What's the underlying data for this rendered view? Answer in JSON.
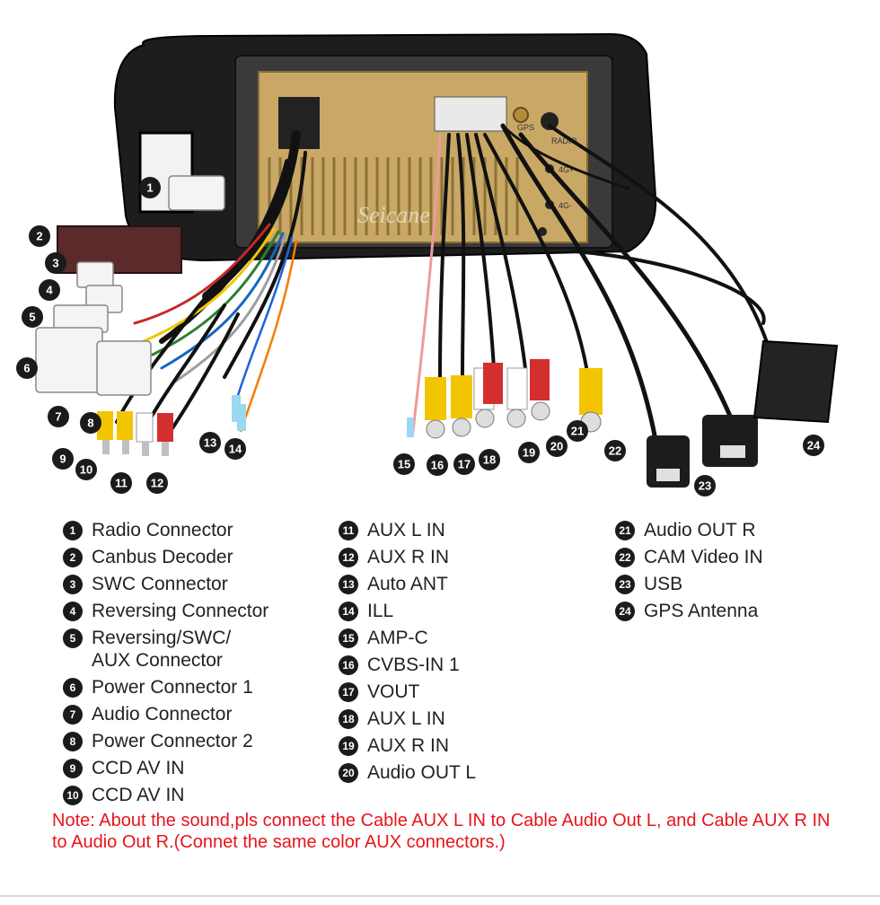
{
  "watermark": "Seicane",
  "unit_labels": {
    "gps": "GPS",
    "radio": "RADIO",
    "g4_1": "4G+",
    "g4_2": "4G-"
  },
  "callouts": [
    "1",
    "2",
    "3",
    "4",
    "5",
    "6",
    "7",
    "8",
    "9",
    "10",
    "11",
    "12",
    "13",
    "14",
    "15",
    "16",
    "17",
    "18",
    "19",
    "20",
    "21",
    "22",
    "23",
    "24"
  ],
  "legend": {
    "col1": [
      {
        "n": "1",
        "label": "Radio Connector"
      },
      {
        "n": "2",
        "label": "Canbus Decoder"
      },
      {
        "n": "3",
        "label": "SWC Connector"
      },
      {
        "n": "4",
        "label": "Reversing Connector"
      },
      {
        "n": "5",
        "label": "Reversing/SWC/\nAUX Connector"
      },
      {
        "n": "6",
        "label": "Power Connector 1"
      },
      {
        "n": "7",
        "label": "Audio Connector"
      },
      {
        "n": "8",
        "label": "Power Connector 2"
      },
      {
        "n": "9",
        "label": "CCD AV IN"
      },
      {
        "n": "10",
        "label": "CCD AV IN"
      }
    ],
    "col2": [
      {
        "n": "11",
        "label": "AUX L IN"
      },
      {
        "n": "12",
        "label": "AUX R IN"
      },
      {
        "n": "13",
        "label": "Auto ANT"
      },
      {
        "n": "14",
        "label": "ILL"
      },
      {
        "n": "15",
        "label": "AMP-C"
      },
      {
        "n": "16",
        "label": "CVBS-IN 1"
      },
      {
        "n": "17",
        "label": "VOUT"
      },
      {
        "n": "18",
        "label": "AUX L IN"
      },
      {
        "n": "19",
        "label": "AUX R IN"
      },
      {
        "n": "20",
        "label": "Audio OUT L"
      }
    ],
    "col3": [
      {
        "n": "21",
        "label": "Audio OUT R"
      },
      {
        "n": "22",
        "label": "CAM Video IN"
      },
      {
        "n": "23",
        "label": "USB"
      },
      {
        "n": "24",
        "label": "GPS Antenna"
      }
    ]
  },
  "note": "Note: About the sound,pls connect the Cable AUX L IN to Cable Audio Out L, and Cable AUX R IN to  Audio Out R.(Connet the same color AUX connectors.)"
}
